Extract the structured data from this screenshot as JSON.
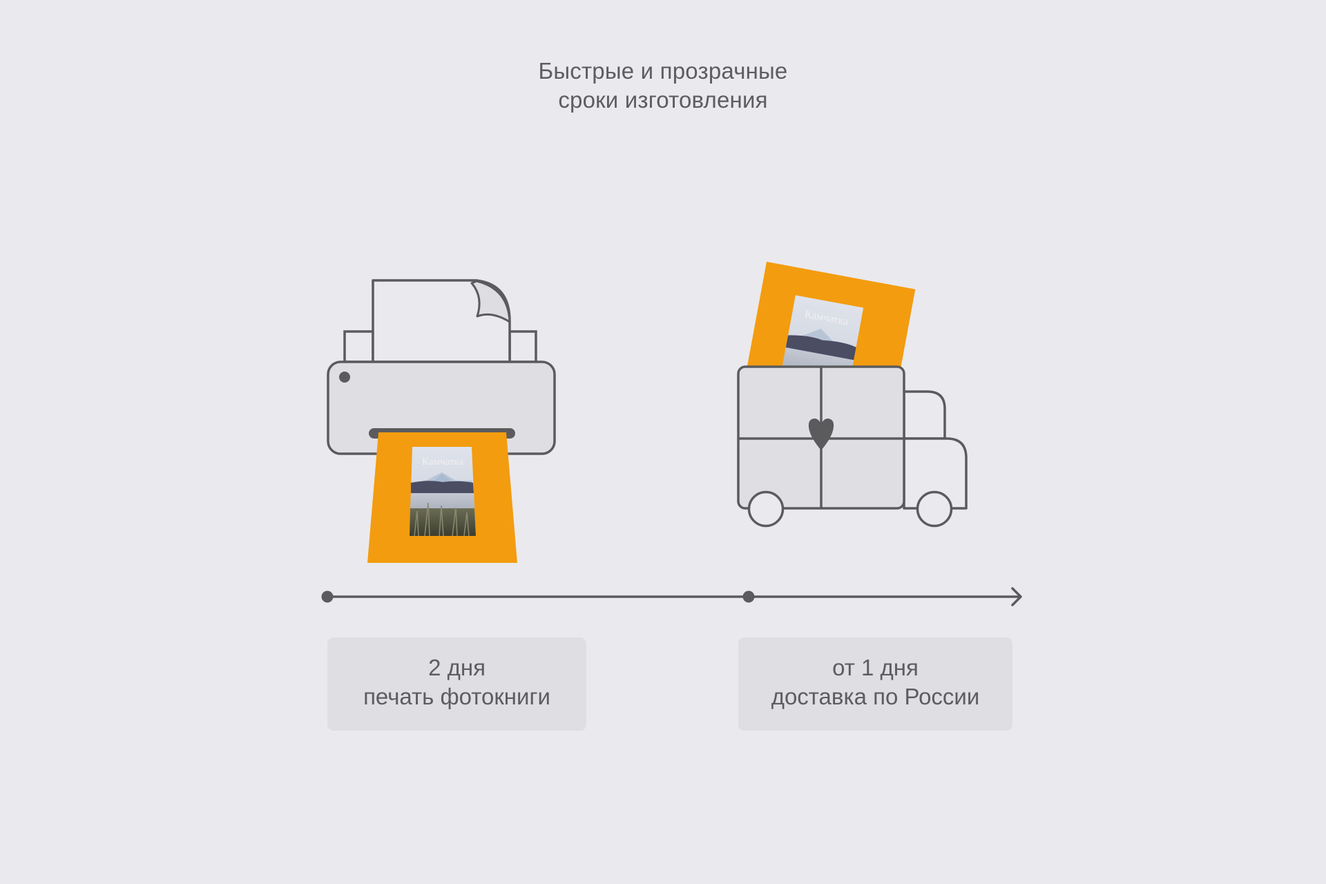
{
  "header": {
    "title_line1": "Быстрые и прозрачные",
    "title_line2": "сроки изготовления"
  },
  "illustrations": {
    "printer": {
      "icon": "printer-icon",
      "book_title": "Камчатка"
    },
    "truck": {
      "icon": "delivery-truck-icon",
      "book_title": "Камчатка",
      "emblem": "heart-icon"
    }
  },
  "timeline": {
    "points": 2,
    "end": "arrow-right-icon"
  },
  "stages": [
    {
      "duration": "2 дня",
      "description": "печать фотокниги"
    },
    {
      "duration": "от 1 дня",
      "description": "доставка по России"
    }
  ],
  "colors": {
    "background": "#eae9ed",
    "panel": "#dfdee3",
    "stroke": "#5b5b5e",
    "accent_orange": "#f39c0f",
    "text": "#5d5d60"
  }
}
